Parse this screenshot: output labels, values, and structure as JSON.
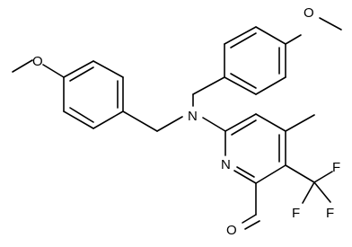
{
  "molecule": {
    "atom_labels": {
      "n_amine": "N",
      "n_ring": "N",
      "o_methoxy_left": "O",
      "o_methoxy_top": "O",
      "o_aldehyde": "O",
      "f1": "F",
      "f2": "F",
      "f3": "F"
    },
    "colors": {
      "bond": "#000000",
      "label": "#000000",
      "background": "#ffffff"
    }
  }
}
